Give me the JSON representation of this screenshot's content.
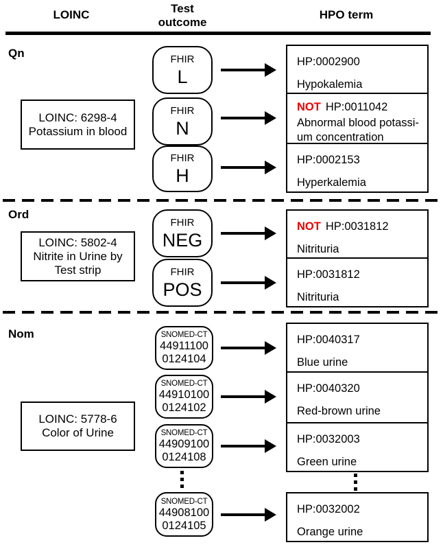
{
  "header": {
    "loinc": "LOINC",
    "test_outcome_line1": "Test",
    "test_outcome_line2": "outcome",
    "hpo_term": "HPO term"
  },
  "colors": {
    "not_red": "#ee0000",
    "line_black": "#000000"
  },
  "sections": [
    {
      "label": "Qn",
      "loinc": {
        "line1": "LOINC: 6298-4",
        "line2": "Potassium in blood"
      },
      "rows": [
        {
          "system": "FHIR",
          "code": "L",
          "negated": false,
          "hpo_id": "HP:0002900",
          "hpo_name": "Hypokalemia"
        },
        {
          "system": "FHIR",
          "code": "N",
          "negated": true,
          "negated_label": "NOT",
          "hpo_id": "HP:0011042",
          "hpo_name": "Abnormal blood potassi-\num concentration"
        },
        {
          "system": "FHIR",
          "code": "H",
          "negated": false,
          "hpo_id": "HP:0002153",
          "hpo_name": "Hyperkalemia"
        }
      ]
    },
    {
      "label": "Ord",
      "loinc": {
        "line1": "LOINC: 5802-4",
        "line2": "Nitrite in Urine by",
        "line3": "Test strip"
      },
      "rows": [
        {
          "system": "FHIR",
          "code": "NEG",
          "negated": true,
          "negated_label": "NOT",
          "hpo_id": "HP:0031812",
          "hpo_name": "Nitrituria"
        },
        {
          "system": "FHIR",
          "code": "POS",
          "negated": false,
          "hpo_id": "HP:0031812",
          "hpo_name": "Nitrituria"
        }
      ]
    },
    {
      "label": "Nom",
      "loinc": {
        "line1": "LOINC: 5778-6",
        "line2": "Color of Urine"
      },
      "ellipsis": "⋮",
      "rows": [
        {
          "system": "SNOMED-CT",
          "code_line1": "44911100",
          "code_line2": "0124104",
          "negated": false,
          "hpo_id": "HP:0040317",
          "hpo_name": "Blue urine"
        },
        {
          "system": "SNOMED-CT",
          "code_line1": "44910100",
          "code_line2": "0124102",
          "negated": false,
          "hpo_id": "HP:0040320",
          "hpo_name": "Red-brown urine"
        },
        {
          "system": "SNOMED-CT",
          "code_line1": "44909100",
          "code_line2": "0124108",
          "negated": false,
          "hpo_id": "HP:0032003",
          "hpo_name": "Green urine"
        },
        {
          "system": "SNOMED-CT",
          "code_line1": "44908100",
          "code_line2": "0124105",
          "negated": false,
          "hpo_id": "HP:0032002",
          "hpo_name": "Orange urine"
        }
      ]
    }
  ]
}
